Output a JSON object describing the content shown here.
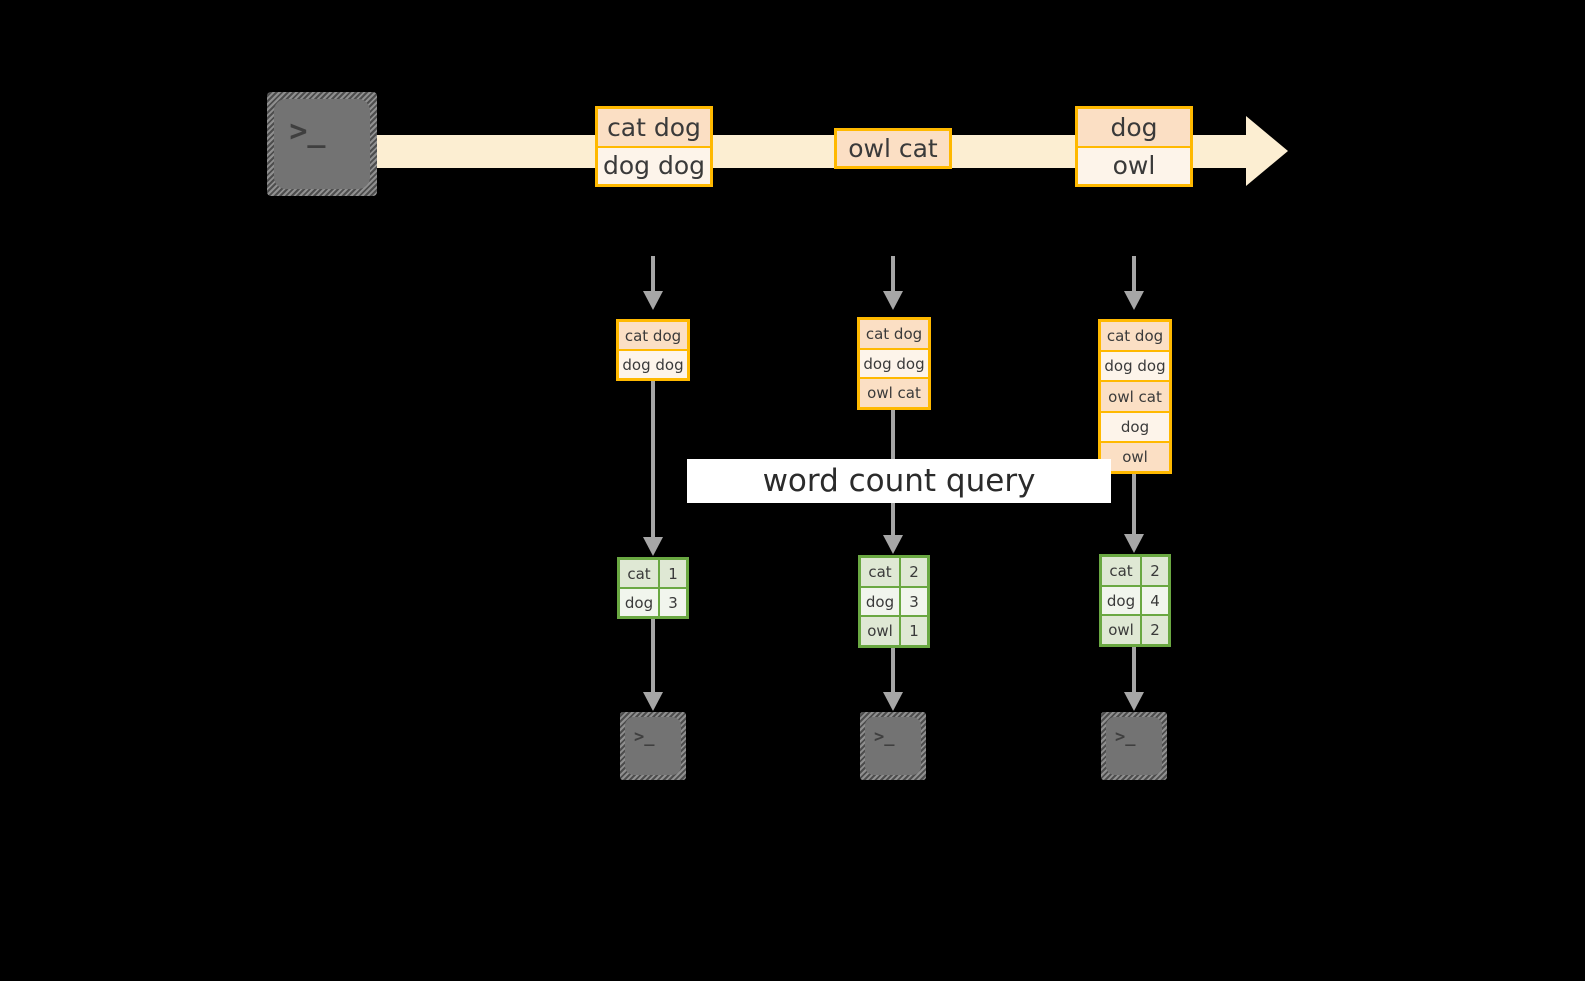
{
  "diagram": {
    "title": "streaming word count diagram",
    "colors": {
      "background": "#000000",
      "stream_fill": "#fceed2",
      "record_border": "#ffb900",
      "record_row_dark": "#fbdfc4",
      "record_row_light": "#fdf4ea",
      "table_border": "#6aa842",
      "table_row_dark": "#dfe8d4",
      "table_row_light": "#f1f5ed",
      "connector": "#a6a6a6",
      "label_background": "#ffffff"
    },
    "source": {
      "icon": "terminal-icon",
      "prompt": ">_"
    },
    "stream": {
      "icon": "stream-arrow-icon",
      "batches": [
        {
          "name": "batch-1",
          "lines": [
            "cat dog",
            "dog dog"
          ]
        },
        {
          "name": "batch-2",
          "lines": [
            "owl cat"
          ]
        },
        {
          "name": "batch-3",
          "lines": [
            "dog",
            "owl"
          ]
        }
      ]
    },
    "query_label": "word count query",
    "columns": [
      {
        "name": "time-1",
        "input_lines": [
          "cat dog",
          "dog dog"
        ],
        "result_header": null,
        "result_rows": [
          {
            "word": "cat",
            "count": "1"
          },
          {
            "word": "dog",
            "count": "3"
          }
        ],
        "sink": {
          "icon": "terminal-icon",
          "prompt": ">_"
        }
      },
      {
        "name": "time-2",
        "input_lines": [
          "cat dog",
          "dog dog",
          "owl cat"
        ],
        "result_header": null,
        "result_rows": [
          {
            "word": "cat",
            "count": "2"
          },
          {
            "word": "dog",
            "count": "3"
          },
          {
            "word": "owl",
            "count": "1"
          }
        ],
        "sink": {
          "icon": "terminal-icon",
          "prompt": ">_"
        }
      },
      {
        "name": "time-3",
        "input_lines": [
          "cat dog",
          "dog dog",
          "owl cat",
          "dog",
          "owl"
        ],
        "result_header": null,
        "result_rows": [
          {
            "word": "cat",
            "count": "2"
          },
          {
            "word": "dog",
            "count": "4"
          },
          {
            "word": "owl",
            "count": "2"
          }
        ],
        "sink": {
          "icon": "terminal-icon",
          "prompt": ">_"
        }
      }
    ]
  }
}
